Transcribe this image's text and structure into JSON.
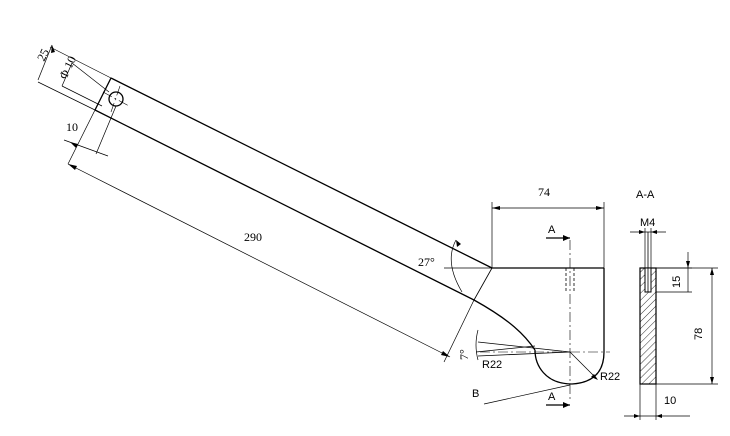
{
  "labels": {
    "dim_25": "25",
    "dim_phi10": "Φ 10",
    "dim_10_top": "10",
    "dim_290": "290",
    "dim_74": "74",
    "dim_27": "27°",
    "dim_7": "7°",
    "dim_r22_left": "R22",
    "dim_r22_right": "R22",
    "section_mark_top": "A",
    "section_mark_bottom": "A",
    "detail_b": "B",
    "section_title": "A-A",
    "dim_m4": "M4",
    "dim_15": "15",
    "dim_78": "78",
    "dim_10_bottom": "10"
  }
}
